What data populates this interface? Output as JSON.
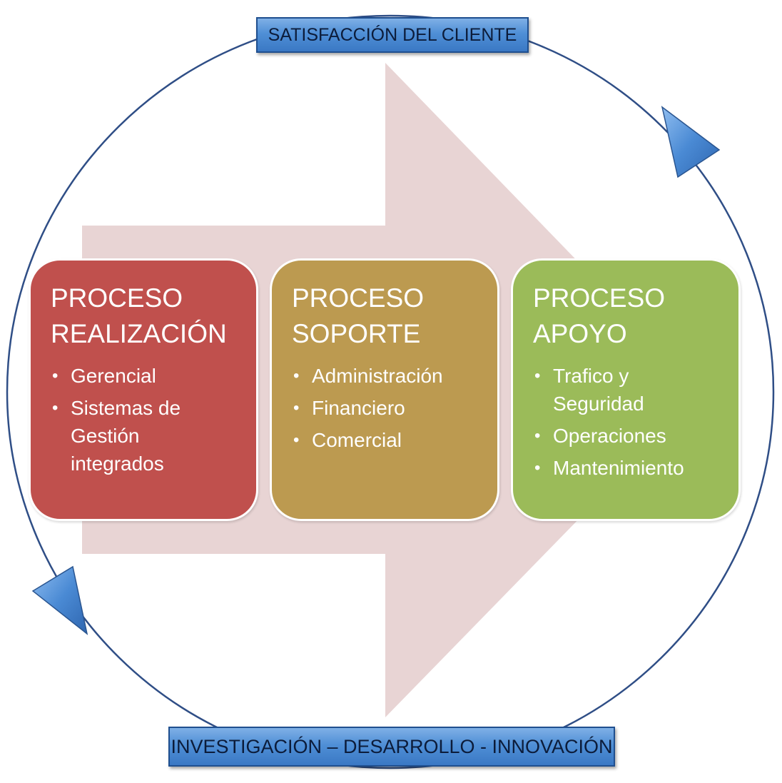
{
  "cycle": {
    "top_label": "SATISFACCIÓN DEL CLIENTE",
    "bottom_label": "INVESTIGACIÓN – DESARROLLO - INNOVACIÓN",
    "ring_color": "#2f4e86",
    "arrowhead_color": "#3f7fcc",
    "flow_arrow_color": "#e8d4d4"
  },
  "processes": [
    {
      "title_line1": "PROCESO",
      "title_line2": "REALIZACIÓN",
      "color": "#c0504d",
      "items": [
        "Gerencial",
        "Sistemas de Gestión integrados"
      ]
    },
    {
      "title_line1": "PROCESO",
      "title_line2": "SOPORTE",
      "color": "#bc9a50",
      "items": [
        "Administración",
        "Financiero",
        "Comercial"
      ]
    },
    {
      "title_line1": "PROCESO",
      "title_line2": "APOYO",
      "color": "#9bbb59",
      "items": [
        "Trafico y Seguridad",
        "Operaciones",
        "Mantenimiento"
      ]
    }
  ]
}
